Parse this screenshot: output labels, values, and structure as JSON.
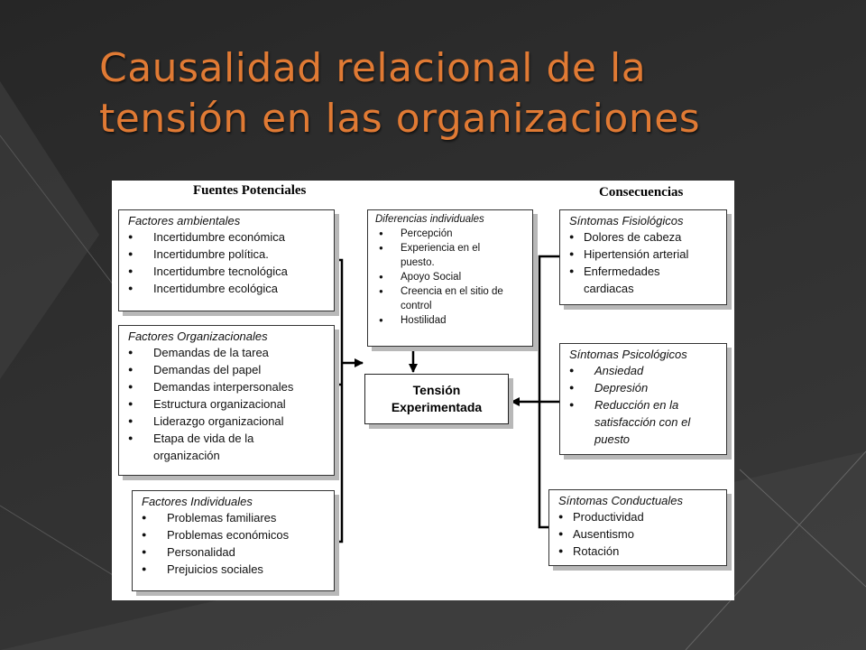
{
  "slide": {
    "title_line1": "Causalidad relacional de la",
    "title_line2": "tensión en las organizaciones",
    "title_color": "#e07a34"
  },
  "diagram": {
    "header_left": "Fuentes Potenciales",
    "header_right": "Consecuencias",
    "center": {
      "line1": "Tensión",
      "line2": "Experimentada"
    },
    "sources": [
      {
        "title": "Factores ambientales",
        "items": [
          "Incertidumbre económica",
          "Incertidumbre política.",
          "Incertidumbre tecnológica",
          "Incertidumbre ecológica"
        ]
      },
      {
        "title": "Factores Organizacionales",
        "items": [
          "Demandas de la tarea",
          "Demandas del papel",
          "Demandas interpersonales",
          "Estructura organizacional",
          "Liderazgo organizacional",
          "Etapa de vida de la organización"
        ]
      },
      {
        "title": "Factores Individuales",
        "items": [
          "Problemas familiares",
          "Problemas económicos",
          "Personalidad",
          "Prejuicios sociales"
        ]
      }
    ],
    "moderator": {
      "title": "Diferencias individuales",
      "items": [
        "Percepción",
        "Experiencia en el puesto.",
        "Apoyo Social",
        "Creencia en el sitio de control",
        "Hostilidad"
      ]
    },
    "consequences": [
      {
        "title": "Síntomas Fisiológicos",
        "items": [
          "Dolores de cabeza",
          "Hipertensión arterial",
          "Enfermedades cardiacas"
        ]
      },
      {
        "title": "Síntomas Psicológicos",
        "items": [
          "Ansiedad",
          "Depresión",
          "Reducción en la satisfacción con el puesto"
        ]
      },
      {
        "title": "Síntomas Conductuales",
        "items": [
          "Productividad",
          "Ausentismo",
          "Rotación"
        ]
      }
    ]
  }
}
